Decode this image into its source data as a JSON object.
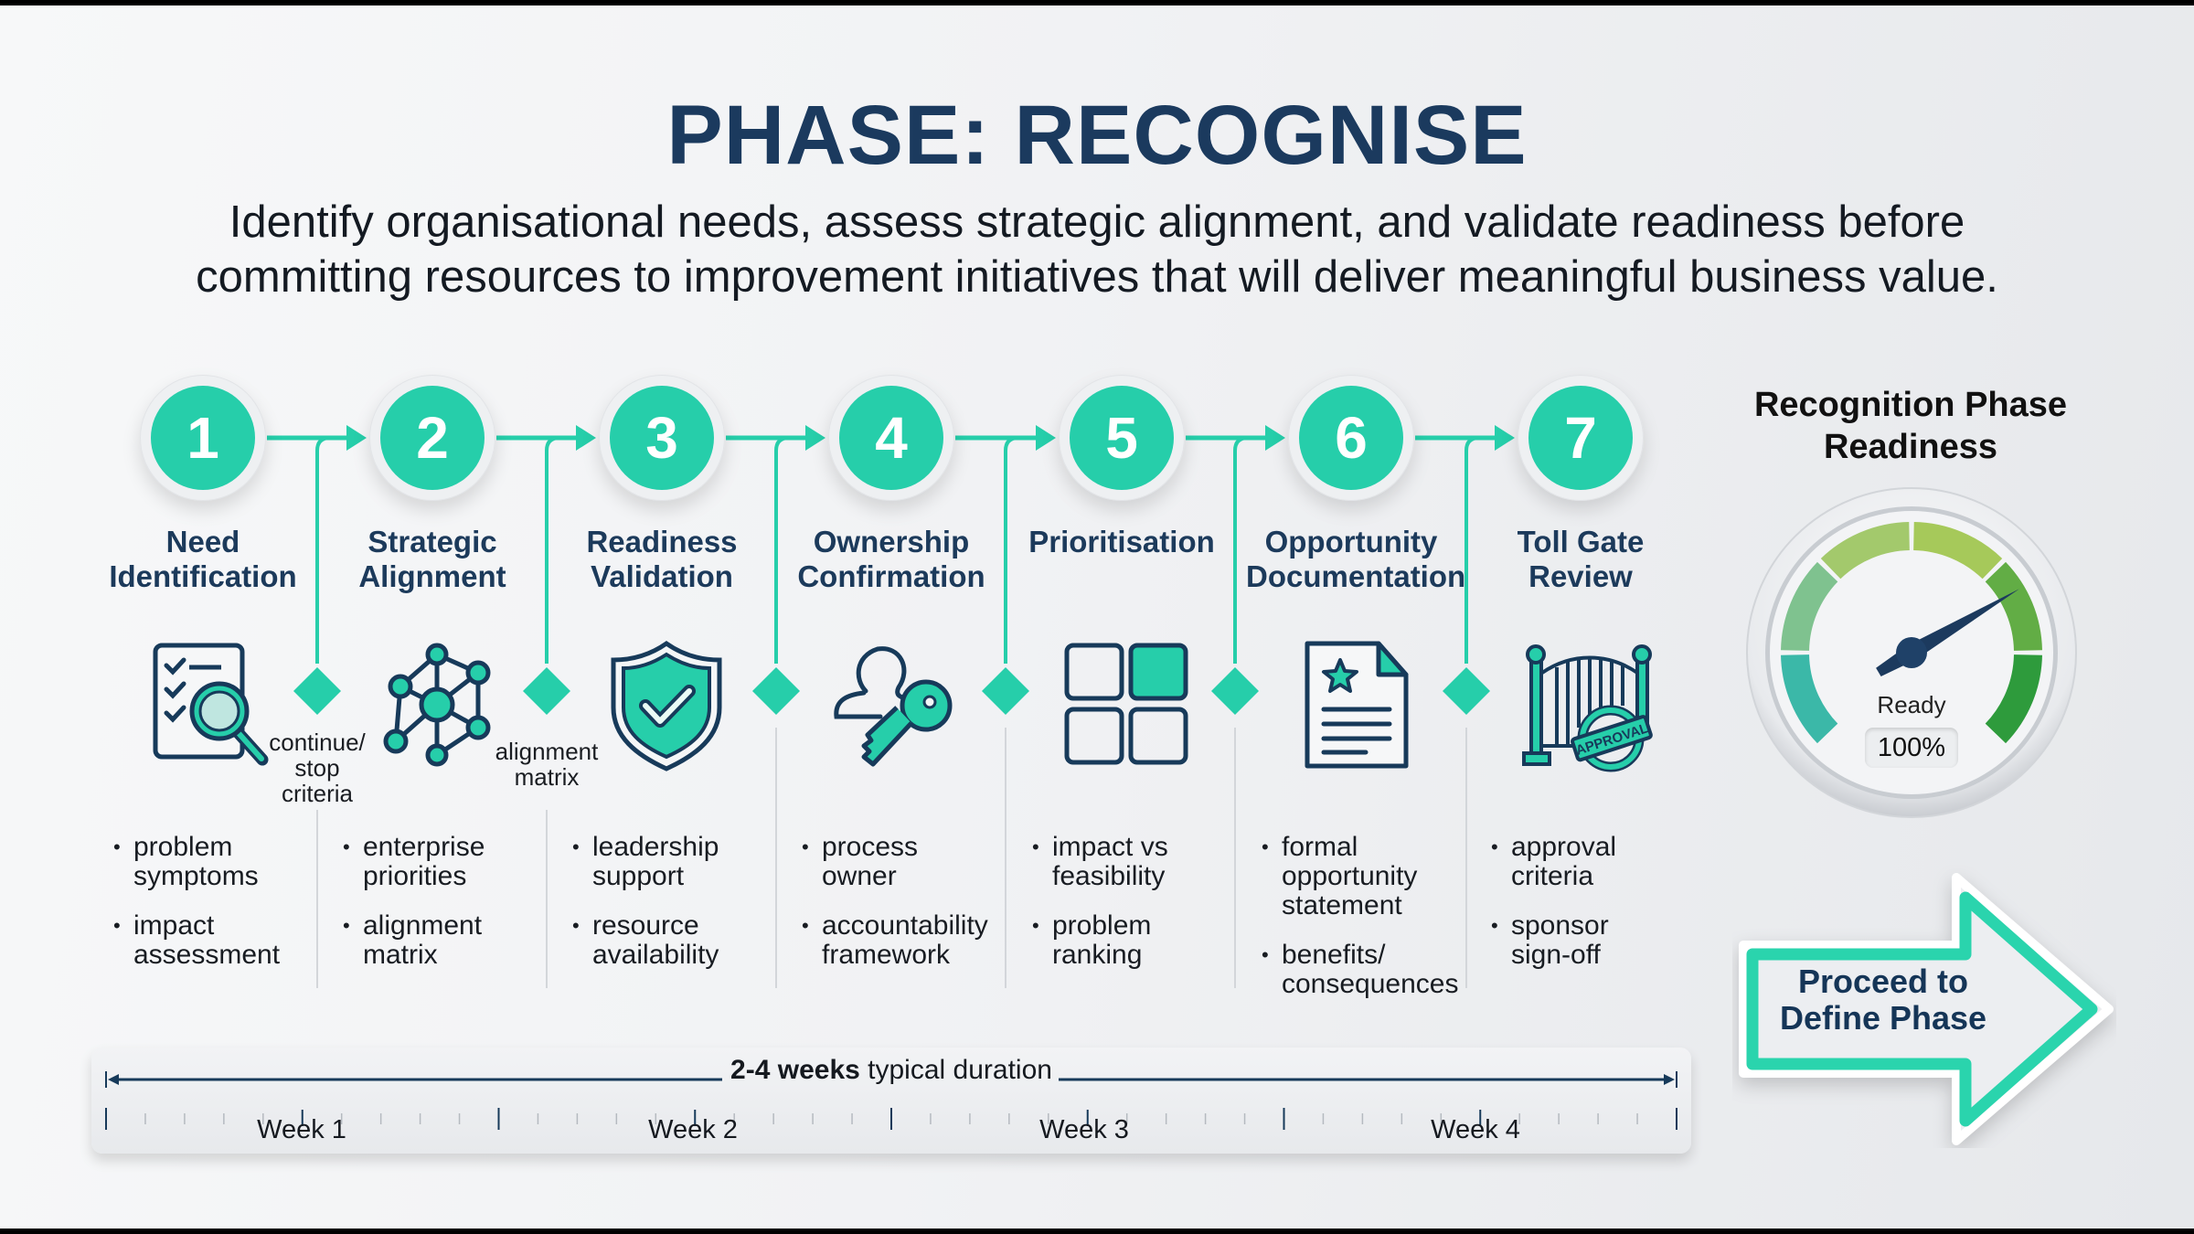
{
  "header": {
    "title": "PHASE: RECOGNISE",
    "subtitle_line1": "Identify organisational needs, assess strategic alignment, and validate readiness before",
    "subtitle_line2": "committing resources to improvement initiatives that will deliver meaningful business value."
  },
  "colors": {
    "accent": "#26ceaa",
    "navy": "#1b3a5e",
    "icon_stroke": "#173a5a"
  },
  "steps": [
    {
      "number": "1",
      "label_line1": "Need",
      "label_line2": "Identification",
      "icon": "checklist-magnifier-icon",
      "bullets": [
        [
          "problem",
          "symptoms"
        ],
        [
          "impact",
          "assessment"
        ]
      ]
    },
    {
      "number": "2",
      "label_line1": "Strategic",
      "label_line2": "Alignment",
      "icon": "network-nodes-icon",
      "bullets": [
        [
          "enterprise",
          "priorities"
        ],
        [
          "alignment",
          "matrix"
        ]
      ]
    },
    {
      "number": "3",
      "label_line1": "Readiness",
      "label_line2": "Validation",
      "icon": "shield-check-icon",
      "bullets": [
        [
          "leadership",
          "support"
        ],
        [
          "resource",
          "availability"
        ]
      ]
    },
    {
      "number": "4",
      "label_line1": "Ownership",
      "label_line2": "Confirmation",
      "icon": "person-key-icon",
      "bullets": [
        [
          "process",
          "owner"
        ],
        [
          "accountability",
          "framework"
        ]
      ]
    },
    {
      "number": "5",
      "label_line1": "Prioritisation",
      "label_line2": "",
      "icon": "priority-grid-icon",
      "bullets": [
        [
          "impact vs",
          "feasibility"
        ],
        [
          "problem",
          "ranking"
        ]
      ]
    },
    {
      "number": "6",
      "label_line1": "Opportunity",
      "label_line2": "Documentation",
      "icon": "document-star-icon",
      "bullets": [
        [
          "formal",
          "opportunity",
          "statement"
        ],
        [
          "benefits/",
          "consequences"
        ]
      ]
    },
    {
      "number": "7",
      "label_line1": "Toll Gate",
      "label_line2": "Review",
      "icon": "approval-gate-icon",
      "bullets": [
        [
          "approval",
          "criteria"
        ],
        [
          "sponsor",
          "sign-off"
        ]
      ]
    }
  ],
  "gate_notes": [
    {
      "after_step": 1,
      "lines": [
        "continue/",
        "stop",
        "criteria"
      ]
    },
    {
      "after_step": 2,
      "lines": [
        "alignment",
        "matrix"
      ]
    }
  ],
  "approval_stamp_text": "APPROVAL",
  "timeline": {
    "duration_bold": "2-4 weeks",
    "duration_rest": " typical duration",
    "weeks": [
      "Week 1",
      "Week 2",
      "Week 3",
      "Week 4"
    ]
  },
  "gauge": {
    "title_line1": "Recognition Phase",
    "title_line2": "Readiness",
    "status_label": "Ready",
    "value_text": "100%",
    "value_percent": 100,
    "segments": [
      "#3bb8a8",
      "#7fc28f",
      "#a3c96c",
      "#a6c95a",
      "#62ad45",
      "#2e9b3c"
    ]
  },
  "proceed": {
    "line1": "Proceed to",
    "line2": "Define Phase"
  }
}
